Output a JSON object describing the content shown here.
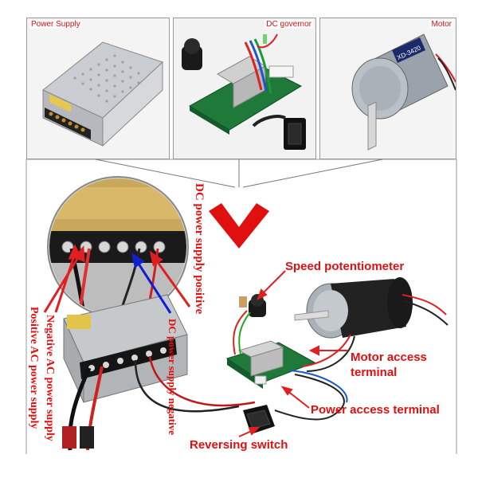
{
  "top_panels": [
    {
      "label": "Power Supply"
    },
    {
      "label": "DC governor"
    },
    {
      "label": "Motor"
    }
  ],
  "motor_model_text": "XD-3420",
  "vertical_labels": {
    "dc_positive": "DC power supply positive",
    "dc_negative": "DC power supply negative",
    "ac_negative": "Negative AC power supply",
    "ac_positive": "Positive AC power supply"
  },
  "callouts": {
    "speed_potentiometer": "Speed potentiometer",
    "motor_access_line1": "Motor access",
    "motor_access_line2": "terminal",
    "power_access": "Power access terminal",
    "reversing_switch": "Reversing switch"
  },
  "colors": {
    "label_red": "#e01010",
    "arrow_red": "#e02020",
    "arrow_blue": "#1020d0",
    "pcb_green": "#1f7a3a",
    "terminal_black": "#141414"
  }
}
